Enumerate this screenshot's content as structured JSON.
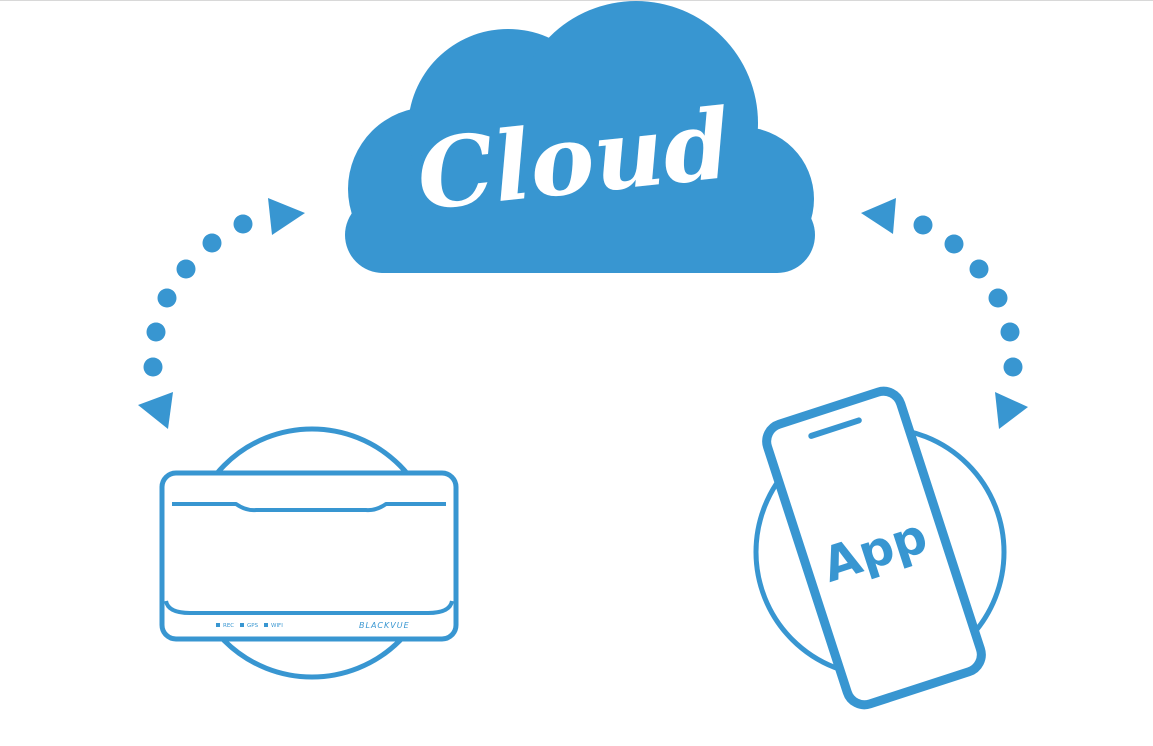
{
  "diagram": {
    "cloud_label": "Cloud",
    "app_label": "App",
    "device_brand": "BLACKVUE",
    "device_indicators": [
      "REC",
      "GPS",
      "WIFI"
    ],
    "accent_color": "#3896d1",
    "icons": {
      "cloud": "cloud-icon",
      "dashcam": "dashcam-device-icon",
      "phone": "smartphone-icon",
      "arrow": "arrowhead-icon"
    }
  }
}
